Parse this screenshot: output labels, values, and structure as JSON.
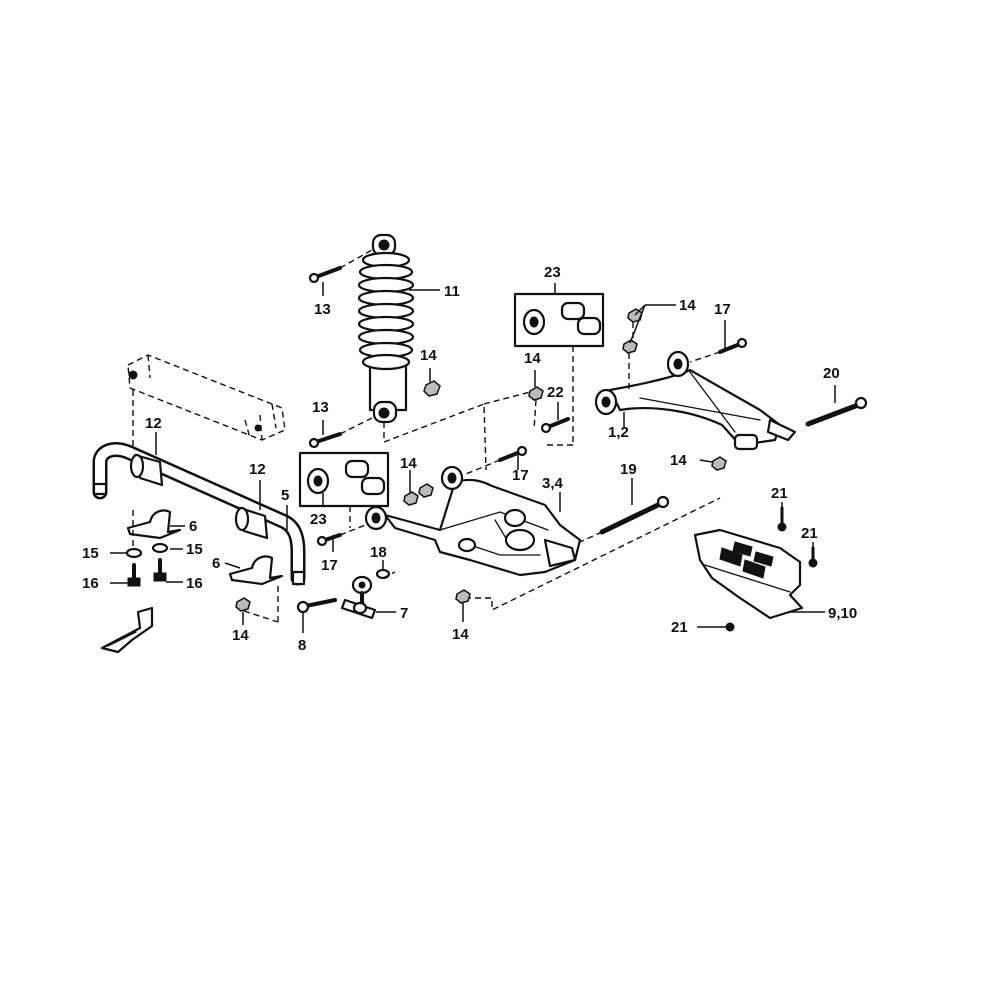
{
  "callouts": [
    {
      "id": "c1",
      "text": "11"
    },
    {
      "id": "c2",
      "text": "13"
    },
    {
      "id": "c3",
      "text": "14"
    },
    {
      "id": "c4",
      "text": "13"
    },
    {
      "id": "c5",
      "text": "23"
    },
    {
      "id": "c6",
      "text": "14"
    },
    {
      "id": "c7",
      "text": "14"
    },
    {
      "id": "c8",
      "text": "17"
    },
    {
      "id": "c9",
      "text": "20"
    },
    {
      "id": "c10",
      "text": "22"
    },
    {
      "id": "c11",
      "text": "1,2"
    },
    {
      "id": "c12",
      "text": "14"
    },
    {
      "id": "c13",
      "text": "12"
    },
    {
      "id": "c14",
      "text": "12"
    },
    {
      "id": "c15",
      "text": "5"
    },
    {
      "id": "c16",
      "text": "23"
    },
    {
      "id": "c17",
      "text": "14"
    },
    {
      "id": "c18",
      "text": "17"
    },
    {
      "id": "c19",
      "text": "3,4"
    },
    {
      "id": "c20",
      "text": "19"
    },
    {
      "id": "c21",
      "text": "21"
    },
    {
      "id": "c22",
      "text": "21"
    },
    {
      "id": "c23",
      "text": "6"
    },
    {
      "id": "c24",
      "text": "15"
    },
    {
      "id": "c25",
      "text": "15"
    },
    {
      "id": "c26",
      "text": "16"
    },
    {
      "id": "c27",
      "text": "16"
    },
    {
      "id": "c28",
      "text": "6"
    },
    {
      "id": "c29",
      "text": "17"
    },
    {
      "id": "c30",
      "text": "18"
    },
    {
      "id": "c31",
      "text": "14"
    },
    {
      "id": "c32",
      "text": "8"
    },
    {
      "id": "c33",
      "text": "7"
    },
    {
      "id": "c34",
      "text": "14"
    },
    {
      "id": "c35",
      "text": "21"
    },
    {
      "id": "c36",
      "text": "9,10"
    }
  ]
}
